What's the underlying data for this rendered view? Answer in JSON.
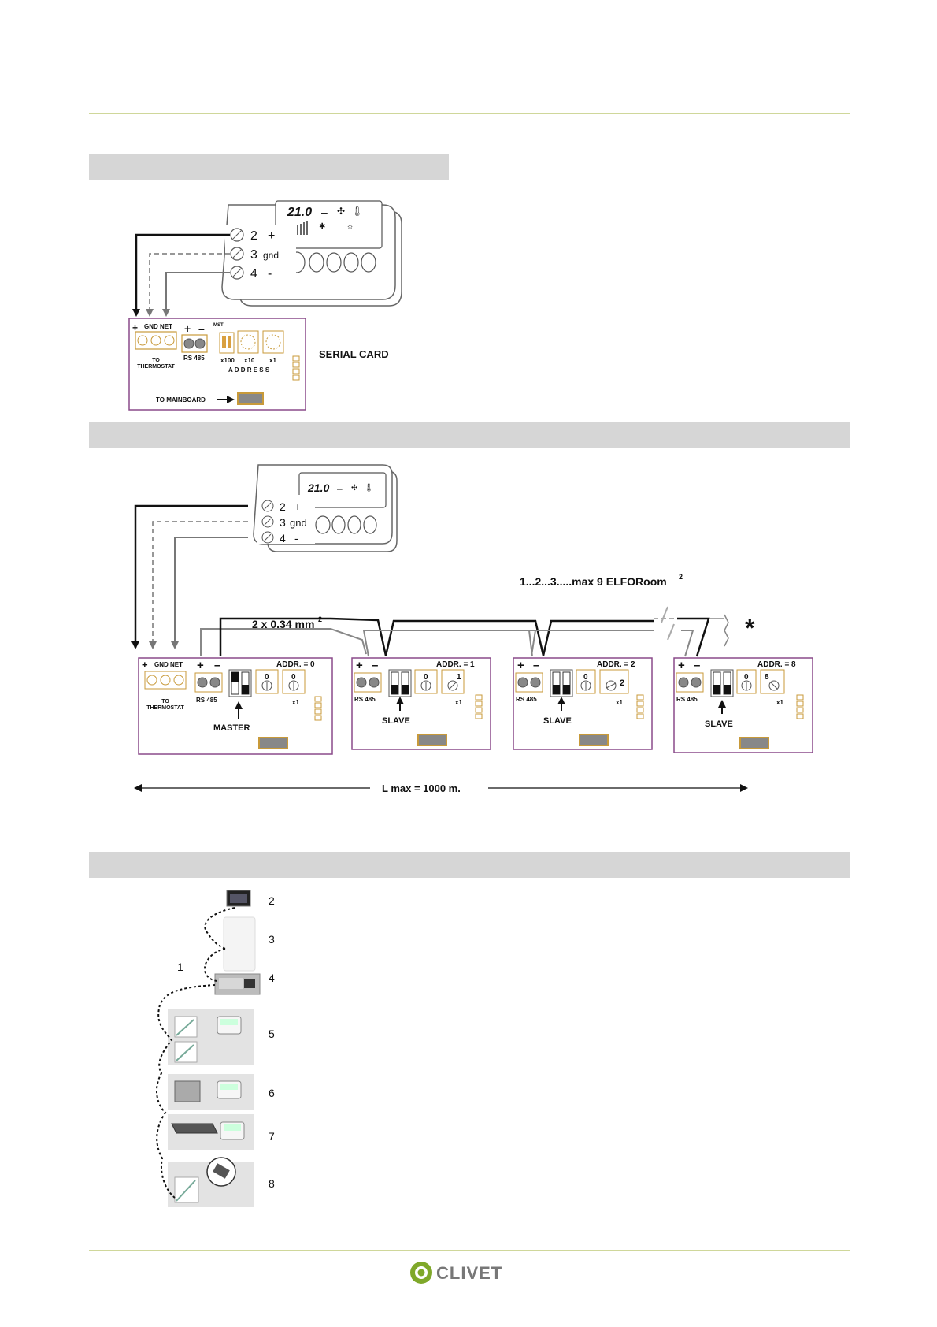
{
  "brand": {
    "name": "CLIVET",
    "accent": "#7fa82a"
  },
  "section1": {
    "display": {
      "temperature": "21.0",
      "dash": "–"
    },
    "terminals": [
      {
        "num": "2",
        "sym": "+"
      },
      {
        "num": "3",
        "sym": "gnd"
      },
      {
        "num": "4",
        "sym": "-"
      }
    ],
    "card": {
      "title": "SERIAL CARD",
      "gnd_net": "GND NET",
      "plus": "+",
      "minus": "–",
      "rs485": "RS 485",
      "to_thermostat_1": "TO",
      "to_thermostat_2": "THERMOSTAT",
      "mst": "MST",
      "x100": "x100",
      "x10": "x10",
      "x1": "x1",
      "address": "A D D R E S S",
      "to_mainboard": "TO MAINBOARD"
    }
  },
  "section2": {
    "display": {
      "temperature": "21.0",
      "dash": "–"
    },
    "terminals": [
      {
        "num": "2",
        "sym": "+"
      },
      {
        "num": "3",
        "sym": "gnd"
      },
      {
        "num": "4",
        "sym": "-"
      }
    ],
    "cable_label": "2 x 0.34 mm",
    "cable_sup": "2",
    "count_label": "1...2...3.....max 9 ELFORoom",
    "count_sup": "2",
    "asterisk": "*",
    "length": "L max = 1000 m.",
    "cards": [
      {
        "addr": "ADDR. = 0",
        "role": "MASTER",
        "d1": "0",
        "d2": "0"
      },
      {
        "addr": "ADDR. = 1",
        "role": "SLAVE",
        "d1": "0",
        "d2": "1"
      },
      {
        "addr": "ADDR. = 2",
        "role": "SLAVE",
        "d1": "0",
        "d2": "2"
      },
      {
        "addr": "ADDR. = 8",
        "role": "SLAVE",
        "d1": "0",
        "d2": "8"
      }
    ],
    "gnd_net": "GND NET",
    "rs485": "RS 485",
    "to_thermostat_1": "TO",
    "to_thermostat_2": "THERMOSTAT",
    "x1": "x1",
    "plus": "+",
    "minus": "–"
  },
  "section3": {
    "line_label": "1",
    "items": [
      "2",
      "3",
      "4",
      "5",
      "6",
      "7",
      "8"
    ]
  }
}
